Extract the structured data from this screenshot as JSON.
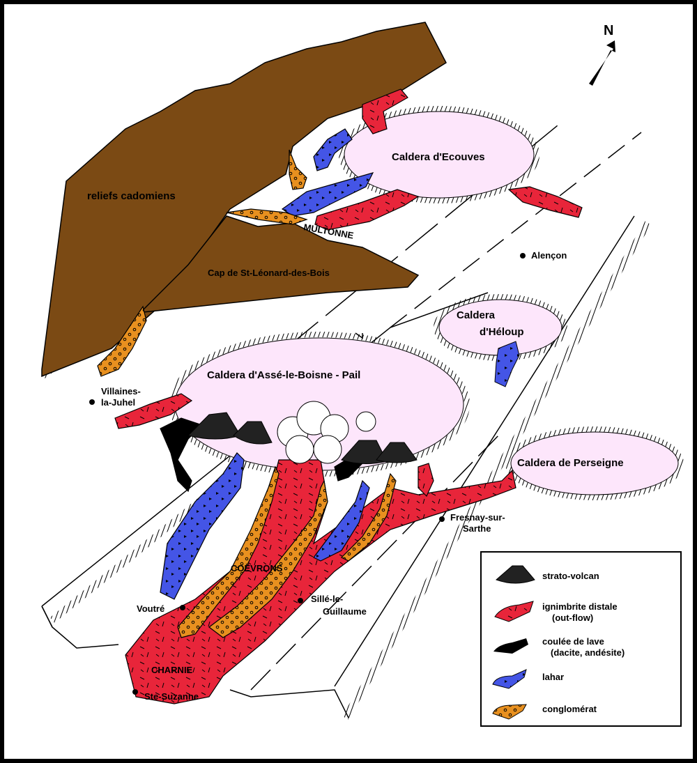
{
  "title_direction": "N",
  "colors": {
    "relief": "#7b4a14",
    "caldera": "#fde6fb",
    "ignimbrite": "#e8253a",
    "lahar": "#4455e6",
    "conglomerat": "#e8901f",
    "lava": "#000000"
  },
  "labels": {
    "reliefs": "reliefs cadomiens",
    "cap": "Cap de St-Léonard-des-Bois",
    "multonne": "MULTONNE",
    "ecouves": "Caldera d'Ecouves",
    "alencon": "Alençon",
    "heloup1": "Caldera",
    "heloup2": "d'Héloup",
    "asse": "Caldera d'Assé-le-Boisne - Pail",
    "perseigne": "Caldera de Perseigne",
    "villaines1": "Villaines-",
    "villaines2": "la-Juhel",
    "fresnay1": "Fresnay-sur-",
    "fresnay2": "Sarthe",
    "coevrons": "COËVRONS",
    "voutre": "Voutré",
    "sille1": "Sillé-le-",
    "sille2": "Guillaume",
    "charnie": "CHARNIE",
    "ste_suzanne": "Ste-Suzanne"
  },
  "legend": [
    {
      "line1": "strato-volcan",
      "line2": ""
    },
    {
      "line1": "ignimbrite distale",
      "line2": "(out-flow)"
    },
    {
      "line1": "coulée de lave",
      "line2": "(dacite, andésite)"
    },
    {
      "line1": "lahar",
      "line2": ""
    },
    {
      "line1": "conglomérat",
      "line2": ""
    }
  ]
}
